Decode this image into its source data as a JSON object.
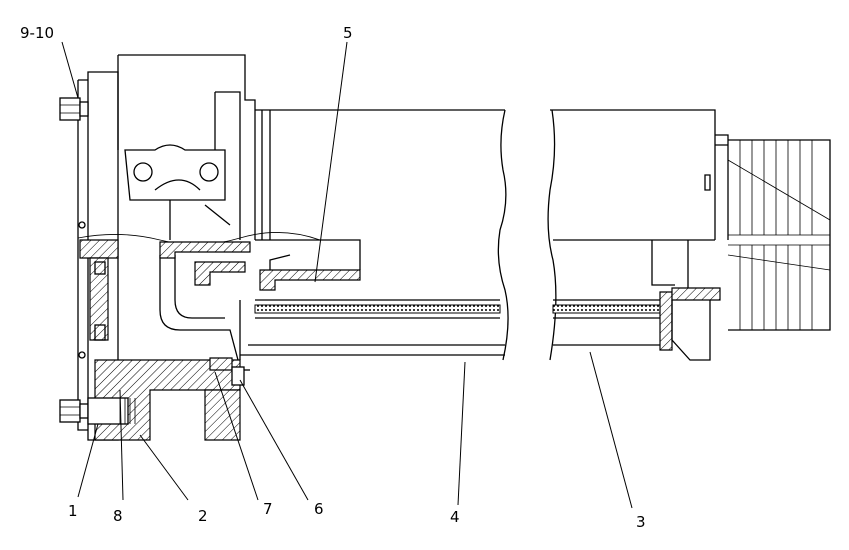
{
  "callouts": {
    "c9_10": "9-10",
    "c5": "5",
    "c1": "1",
    "c8": "8",
    "c2": "2",
    "c7": "7",
    "c6": "6",
    "c4": "4",
    "c3": "3"
  }
}
